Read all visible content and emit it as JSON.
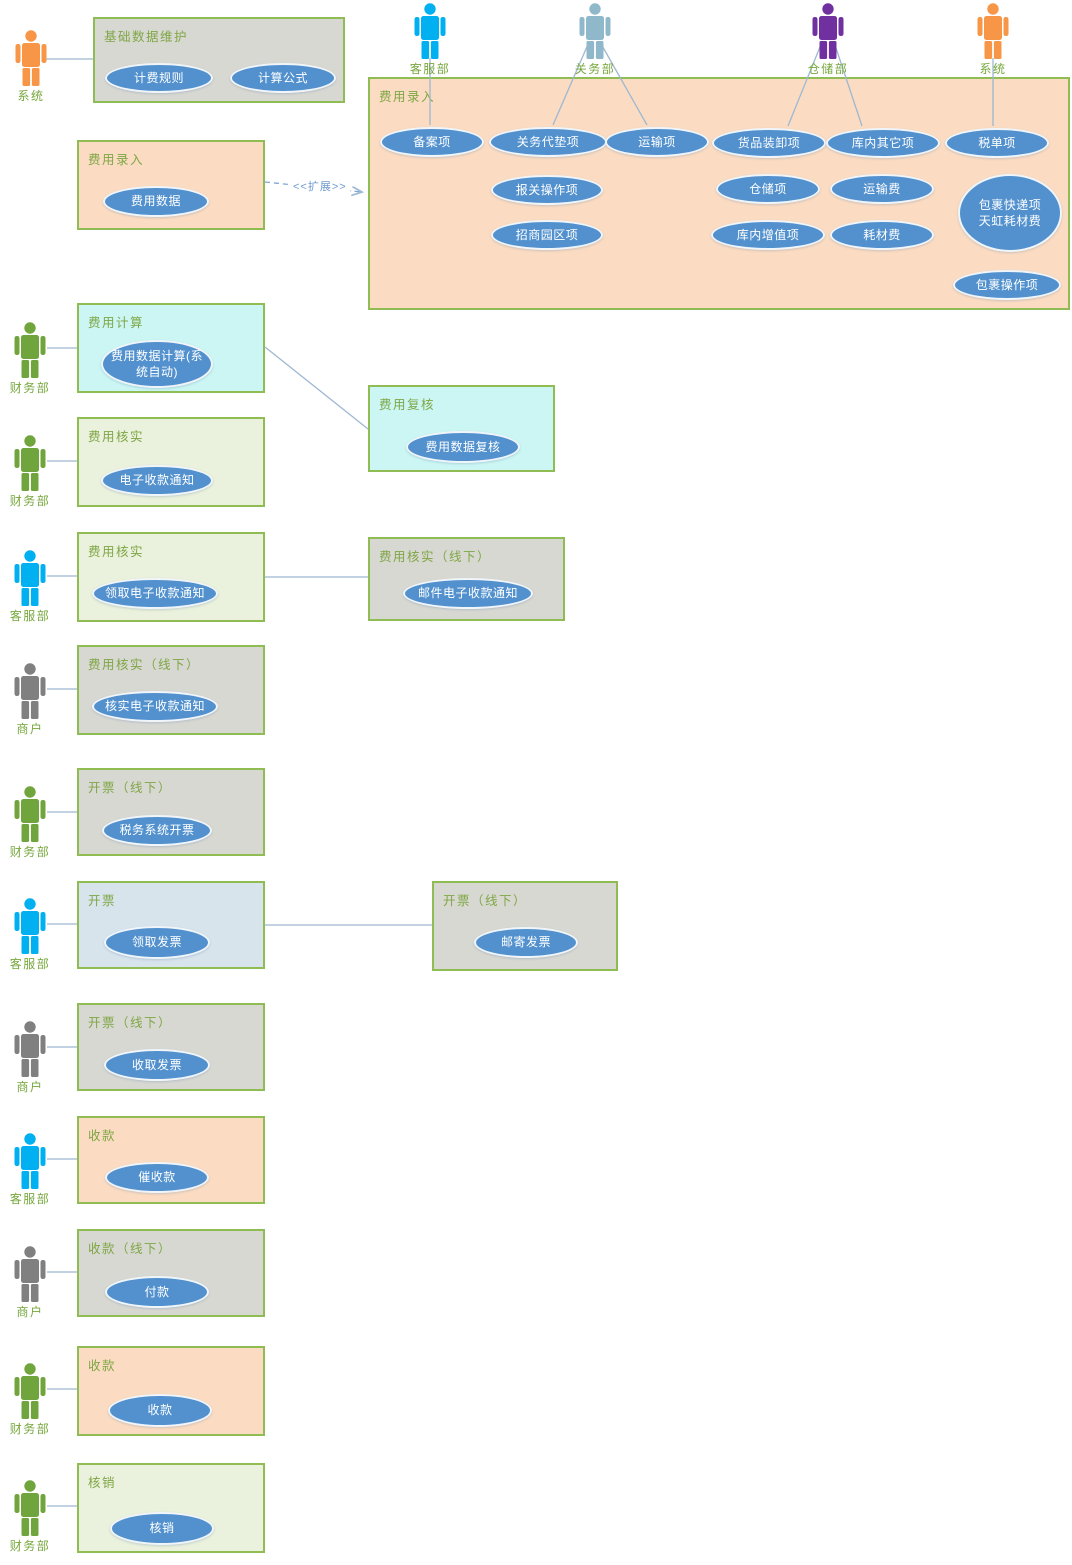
{
  "labels": {
    "extend": "<<扩展>>"
  },
  "actors": [
    {
      "label": "系统"
    },
    {
      "label": "客服部"
    },
    {
      "label": "关务部"
    },
    {
      "label": "仓储部"
    },
    {
      "label": "系统"
    },
    {
      "label": "财务部"
    },
    {
      "label": "财务部"
    },
    {
      "label": "客服部"
    },
    {
      "label": "商户"
    },
    {
      "label": "财务部"
    },
    {
      "label": "客服部"
    },
    {
      "label": "商户"
    },
    {
      "label": "客服部"
    },
    {
      "label": "商户"
    },
    {
      "label": "财务部"
    },
    {
      "label": "财务部"
    }
  ],
  "groups": [
    {
      "title": "基础数据维护",
      "usecases": [
        {
          "label": "计费规则"
        },
        {
          "label": "计算公式"
        }
      ]
    },
    {
      "title": "费用录入",
      "usecases": [
        {
          "label": "费用数据"
        }
      ]
    },
    {
      "title": "费用录入",
      "usecases": [
        {
          "label": "备案项"
        },
        {
          "label": "关务代垫项"
        },
        {
          "label": "运输项"
        },
        {
          "label": "货品装卸项"
        },
        {
          "label": "库内其它项"
        },
        {
          "label": "税单项"
        },
        {
          "label": "报关操作项"
        },
        {
          "label": "仓储项"
        },
        {
          "label": "运输费"
        },
        {
          "label": "招商园区项"
        },
        {
          "label": "库内增值项"
        },
        {
          "label": "耗材费"
        },
        {
          "label": "包裹快递项天虹耗材费"
        },
        {
          "label": "包裹操作项"
        }
      ]
    },
    {
      "title": "费用计算",
      "usecases": [
        {
          "label": "费用数据计算(系统自动)"
        }
      ]
    },
    {
      "title": "费用复核",
      "usecases": [
        {
          "label": "费用数据复核"
        }
      ]
    },
    {
      "title": "费用核实",
      "usecases": [
        {
          "label": "电子收款通知"
        }
      ]
    },
    {
      "title": "费用核实",
      "usecases": [
        {
          "label": "领取电子收款通知"
        }
      ]
    },
    {
      "title": "费用核实（线下）",
      "usecases": [
        {
          "label": "邮件电子收款通知"
        }
      ]
    },
    {
      "title": "费用核实（线下）",
      "usecases": [
        {
          "label": "核实电子收款通知"
        }
      ]
    },
    {
      "title": "开票（线下）",
      "usecases": [
        {
          "label": "税务系统开票"
        }
      ]
    },
    {
      "title": "开票",
      "usecases": [
        {
          "label": "领取发票"
        }
      ]
    },
    {
      "title": "开票（线下）",
      "usecases": [
        {
          "label": "邮寄发票"
        }
      ]
    },
    {
      "title": "开票（线下）",
      "usecases": [
        {
          "label": "收取发票"
        }
      ]
    },
    {
      "title": "收款",
      "usecases": [
        {
          "label": "催收款"
        }
      ]
    },
    {
      "title": "收款（线下）",
      "usecases": [
        {
          "label": "付款"
        }
      ]
    },
    {
      "title": "收款",
      "usecases": [
        {
          "label": "收款"
        }
      ]
    },
    {
      "title": "核销",
      "usecases": [
        {
          "label": "核销"
        }
      ]
    }
  ],
  "colors": {
    "actor_orange": "#F79646",
    "actor_blue": "#00B0F0",
    "actor_steel": "#8FB8CB",
    "actor_purple": "#7030A0",
    "actor_green": "#70A53E",
    "actor_gray": "#808080",
    "box_border": "#8FBC53",
    "title_green": "#7EA644",
    "fill_peach": "#FBDCC2",
    "fill_gray": "#D8D8D2",
    "fill_cyan": "#CBF6F3",
    "fill_lightgreen": "#EAF1DC",
    "fill_lightblue": "#D7E4EC",
    "ellipse_blue": "#5291CE",
    "line_blue": "#9DB8D2"
  }
}
